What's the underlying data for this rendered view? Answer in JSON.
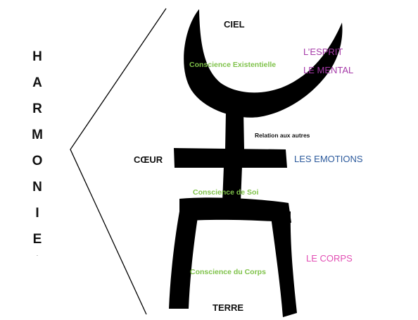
{
  "side_word": {
    "letters": [
      "H",
      "A",
      "R",
      "M",
      "O",
      "N",
      "I",
      "E"
    ],
    "trailing_mark": "."
  },
  "labels": {
    "sky": "CIEL",
    "heart": "CŒUR",
    "earth": "TERRE",
    "relation": "Relation aux autres",
    "existential": "Conscience Existentielle",
    "self": "Conscience de Soi",
    "body_awareness": "Conscience du Corps",
    "spirit": "L’ESPRIT",
    "mind": "LE MENTAL",
    "emotions": "LES EMOTIONS",
    "body": "LE CORPS"
  },
  "colors": {
    "glyph": "#000000",
    "awareness_green": "#7fc24a",
    "spirit_purple": "#a53aa8",
    "emotions_blue": "#2c5a9c",
    "body_pink": "#e24fb4",
    "text_dark": "#111111"
  }
}
